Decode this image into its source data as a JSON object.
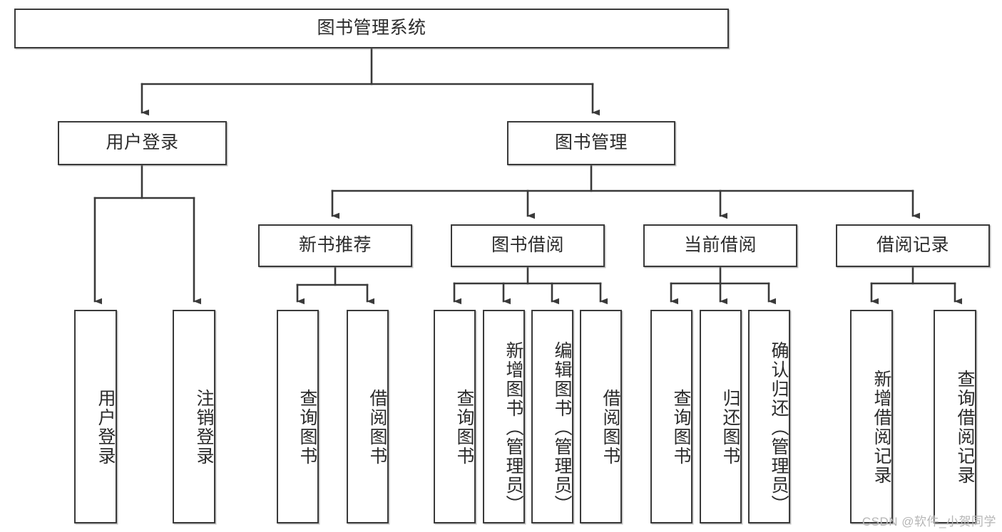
{
  "diagram": {
    "title": "图书管理系统",
    "type": "tree-hierarchy-diagram",
    "watermark": "CSDN @软件_小贺同学",
    "colors": {
      "stroke": "#3a3a3a",
      "fill": "#ffffff",
      "text": "#2b2b2b",
      "watermark": "#b6b6b6"
    },
    "root": {
      "label": "图书管理系统"
    },
    "level2": [
      {
        "id": "user-login",
        "label": "用户登录"
      },
      {
        "id": "book-manage",
        "label": "图书管理"
      }
    ],
    "level3": [
      {
        "id": "new-book-rec",
        "label": "新书推荐"
      },
      {
        "id": "book-borrow",
        "label": "图书借阅"
      },
      {
        "id": "current-borrow",
        "label": "当前借阅"
      },
      {
        "id": "borrow-record",
        "label": "借阅记录"
      }
    ],
    "leaves": {
      "user_login": [
        {
          "id": "leaf-user-login",
          "label": "用户登录"
        },
        {
          "id": "leaf-logout-login",
          "label": "注销登录"
        }
      ],
      "new_book_rec": [
        {
          "id": "leaf-query-book-1",
          "label": "查询图书"
        },
        {
          "id": "leaf-borrow-book-1",
          "label": "借阅图书"
        }
      ],
      "book_borrow": [
        {
          "id": "leaf-query-book-2",
          "label": "查询图书"
        },
        {
          "id": "leaf-add-book",
          "label": "新增图书（管理员）"
        },
        {
          "id": "leaf-edit-book",
          "label": "编辑图书（管理员）"
        },
        {
          "id": "leaf-borrow-book-2",
          "label": "借阅图书"
        }
      ],
      "current_borrow": [
        {
          "id": "leaf-query-book-3",
          "label": "查询图书"
        },
        {
          "id": "leaf-return-book",
          "label": "归还图书"
        },
        {
          "id": "leaf-confirm-return",
          "label": "确认归还（管理员）"
        }
      ],
      "borrow_record": [
        {
          "id": "leaf-add-record",
          "label": "新增借阅记录"
        },
        {
          "id": "leaf-query-record",
          "label": "查询借阅记录"
        }
      ]
    }
  }
}
